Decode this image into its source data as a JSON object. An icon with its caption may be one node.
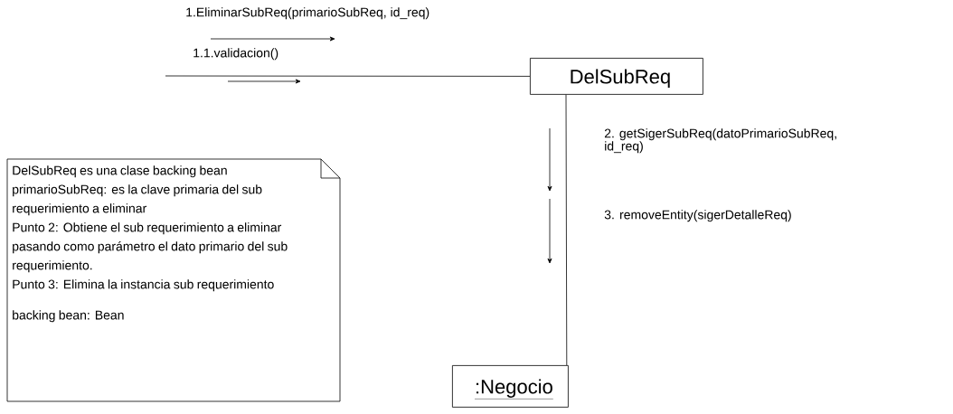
{
  "diagram": {
    "nodes": [
      {
        "text": [
          "DelSubReq"
        ]
      },
      {
        "text": [
          ":Negocio"
        ]
      },
      {
        "text": [
          "DelSubReq es una clase backing bean",
          "primarioSubReq: es la clave primaria del sub requerimiento a eliminar",
          "Punto 2: Obtiene el sub requerimiento a eliminar pasando como parámetro el dato primario del sub requerimiento.",
          "Punto 3: Elimina la instancia sub requerimiento",
          "backing bean: Bean"
        ]
      }
    ],
    "edges": [
      {
        "from": null,
        "to": 0,
        "arrow": "none"
      },
      {
        "from": 0,
        "to": 1,
        "arrow": "none"
      }
    ],
    "labels": [
      "1.EliminarSubReq(primarioSubReq, id_req)",
      "1.1.validacion()",
      "2. getSigerSubReq(datoPrimarioSubReq, id_req)",
      "3. removeEntity(sigerDetalleReq)"
    ]
  }
}
